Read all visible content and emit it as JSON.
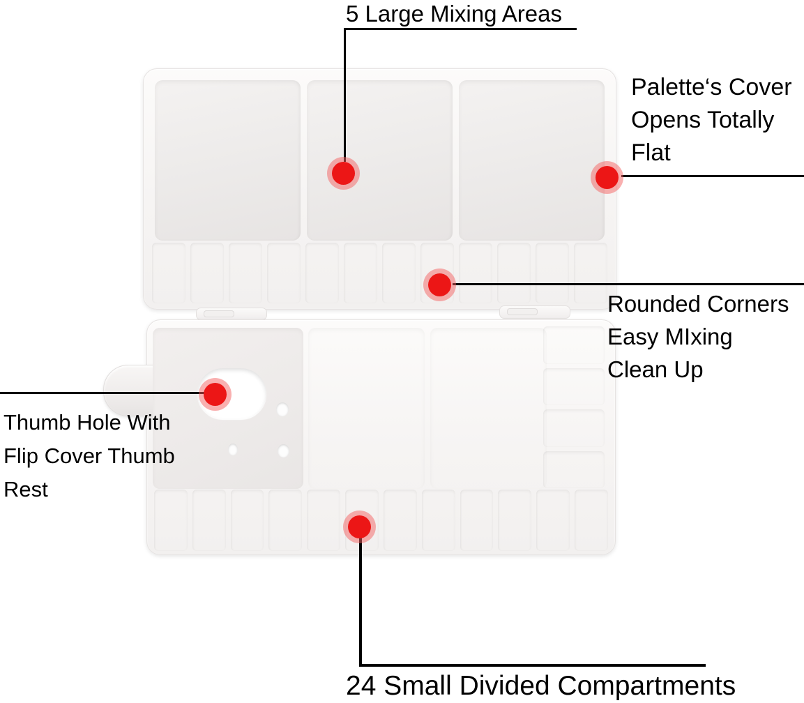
{
  "colors": {
    "background": "#ffffff",
    "marker": "#ec1616",
    "marker_halo": "rgba(243,98,98,0.5)",
    "line": "#000000"
  },
  "palette": {
    "compartments": {
      "cover_row_wells": 12,
      "base_row_wells": 12,
      "side_column_wells": 4
    }
  },
  "annotations": {
    "mixing_areas": {
      "label": "5 Large Mixing Areas"
    },
    "cover_flat": {
      "lines": [
        "Palette‘s Cover",
        "Opens Totally",
        "Flat"
      ]
    },
    "rounded_corners": {
      "lines": [
        "Rounded Corners",
        "Easy MIxing",
        "Clean Up"
      ]
    },
    "thumb_hole": {
      "lines": [
        "Thumb Hole With",
        "Flip Cover Thumb",
        "Rest"
      ]
    },
    "compartments": {
      "label": "24 Small Divided Compartments"
    }
  }
}
